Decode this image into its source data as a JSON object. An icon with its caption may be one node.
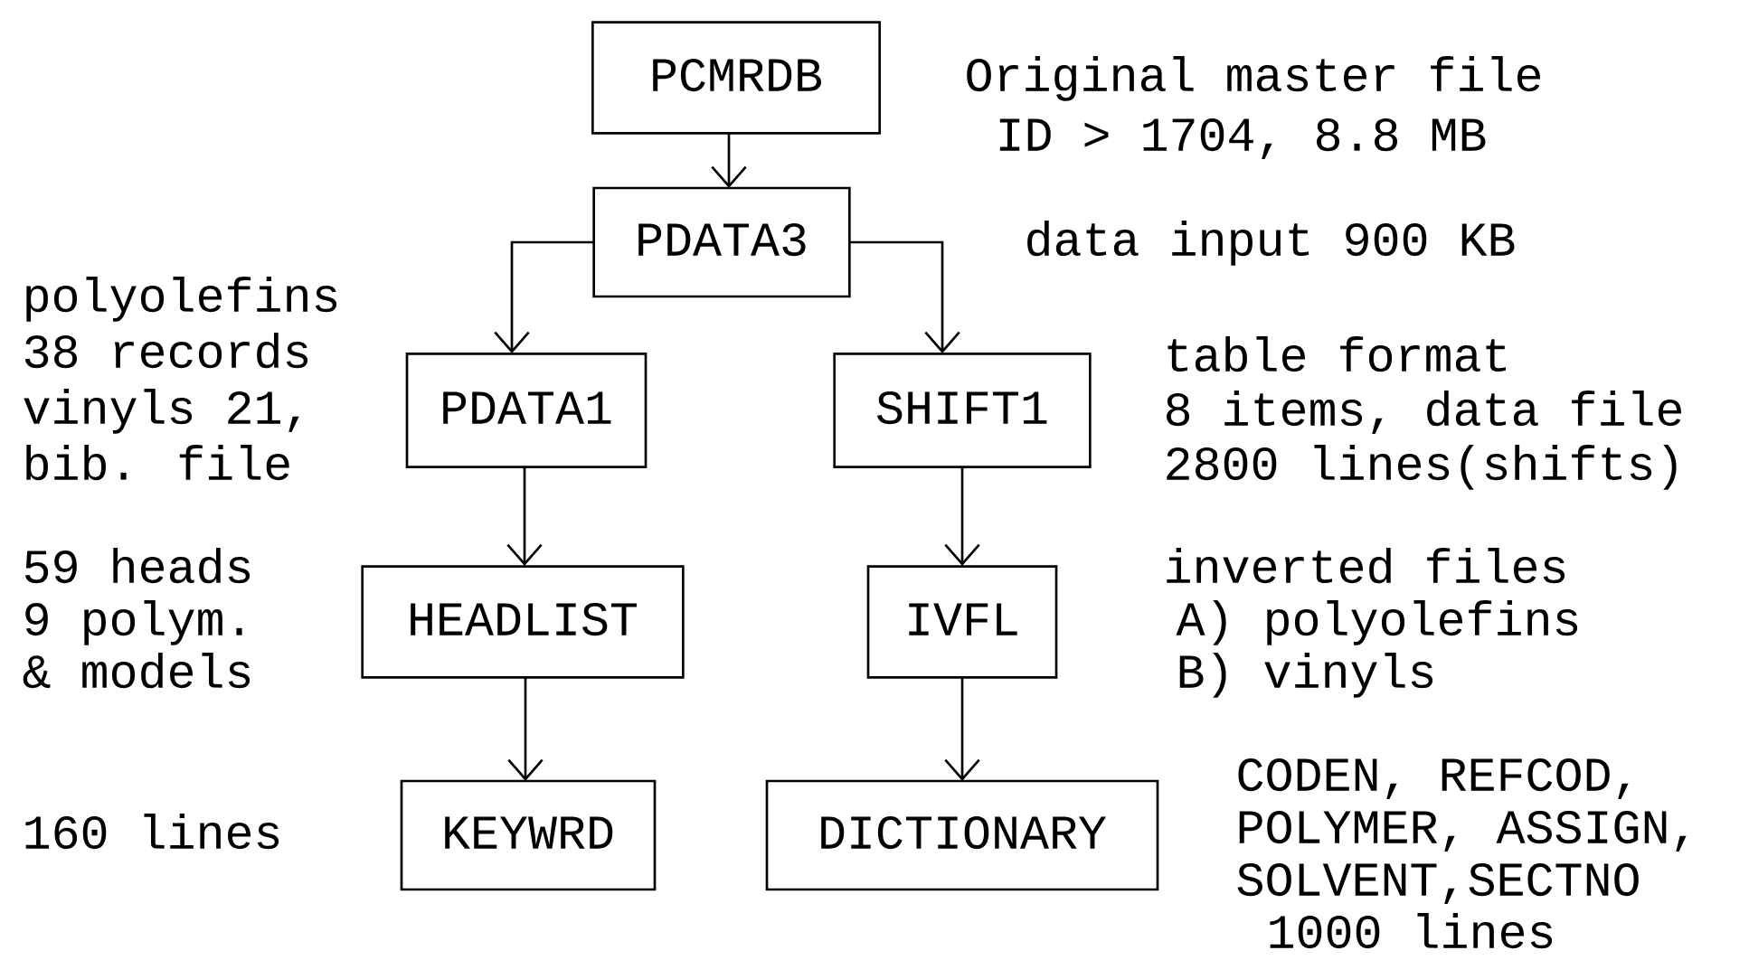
{
  "diagram": {
    "nodes": [
      {
        "text": [
          "PCMRDB"
        ],
        "beside": [
          "Original master file",
          "ID > 1704, 8.8 MB"
        ]
      },
      {
        "text": [
          "PDATA3"
        ]
      },
      {
        "text": [
          "PDATA1"
        ],
        "beside": [
          "polyolefins",
          "38 records",
          "vinyls 21,",
          "bib. file"
        ]
      },
      {
        "text": [
          "SHIFT1"
        ],
        "beside": [
          "table format",
          "8 items, data file",
          "2800 lines(shifts)"
        ]
      },
      {
        "text": [
          "HEADLIST"
        ],
        "beside": [
          "59 heads",
          "9 polym.",
          "& models"
        ]
      },
      {
        "text": [
          "IVFL"
        ],
        "beside": [
          "inverted files",
          "A) polyolefins",
          "B) vinyls"
        ]
      },
      {
        "text": [
          "KEYWRD"
        ],
        "beside": [
          "160 lines"
        ]
      },
      {
        "text": [
          "DICTIONARY"
        ],
        "beside": [
          "CODEN, REFCOD,",
          "POLYMER, ASSIGN,",
          "SOLVENT,SECTNO",
          "1000 lines"
        ]
      }
    ],
    "edges": [
      {
        "from": 0,
        "to": 1,
        "arrow": "to"
      },
      {
        "from": 1,
        "to": 2,
        "arrow": "to"
      },
      {
        "from": 1,
        "to": 3,
        "arrow": "to"
      },
      {
        "from": 2,
        "to": 4,
        "arrow": "to"
      },
      {
        "from": 3,
        "to": 5,
        "arrow": "to"
      },
      {
        "from": 4,
        "to": 6,
        "arrow": "to"
      },
      {
        "from": 5,
        "to": 7,
        "arrow": "to"
      }
    ],
    "labels": [
      "data input 900 KB"
    ]
  }
}
